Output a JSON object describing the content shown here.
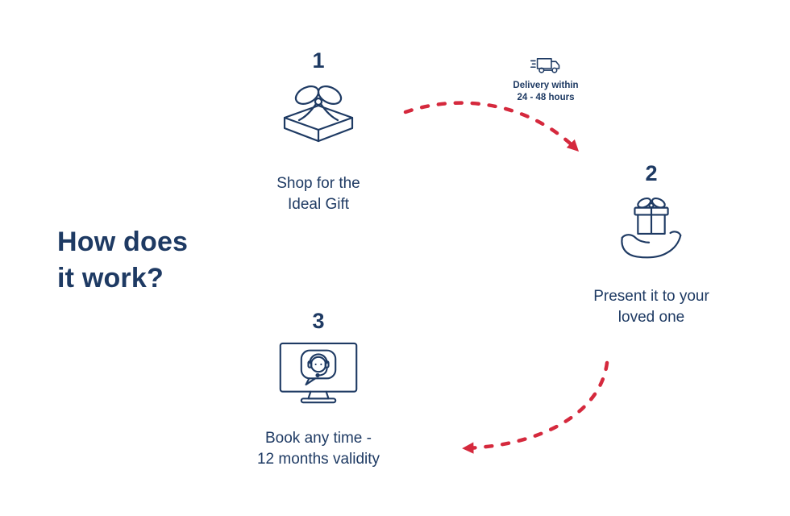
{
  "heading": {
    "line1": "How does",
    "line2": "it work?"
  },
  "steps": [
    {
      "number": "1",
      "label_line1": "Shop for the",
      "label_line2": "Ideal Gift",
      "icon": "gift-box-icon"
    },
    {
      "number": "2",
      "label_line1": "Present it to your",
      "label_line2": "loved one",
      "icon": "hand-gift-icon"
    },
    {
      "number": "3",
      "label_line1": "Book any time -",
      "label_line2": "12 months validity",
      "icon": "support-monitor-icon"
    }
  ],
  "delivery_note": {
    "icon": "delivery-truck-icon",
    "line1": "Delivery within",
    "line2": "24 - 48 hours"
  },
  "colors": {
    "navy": "#1e3a63",
    "arrow_red": "#d5293d",
    "background": "#ffffff"
  }
}
